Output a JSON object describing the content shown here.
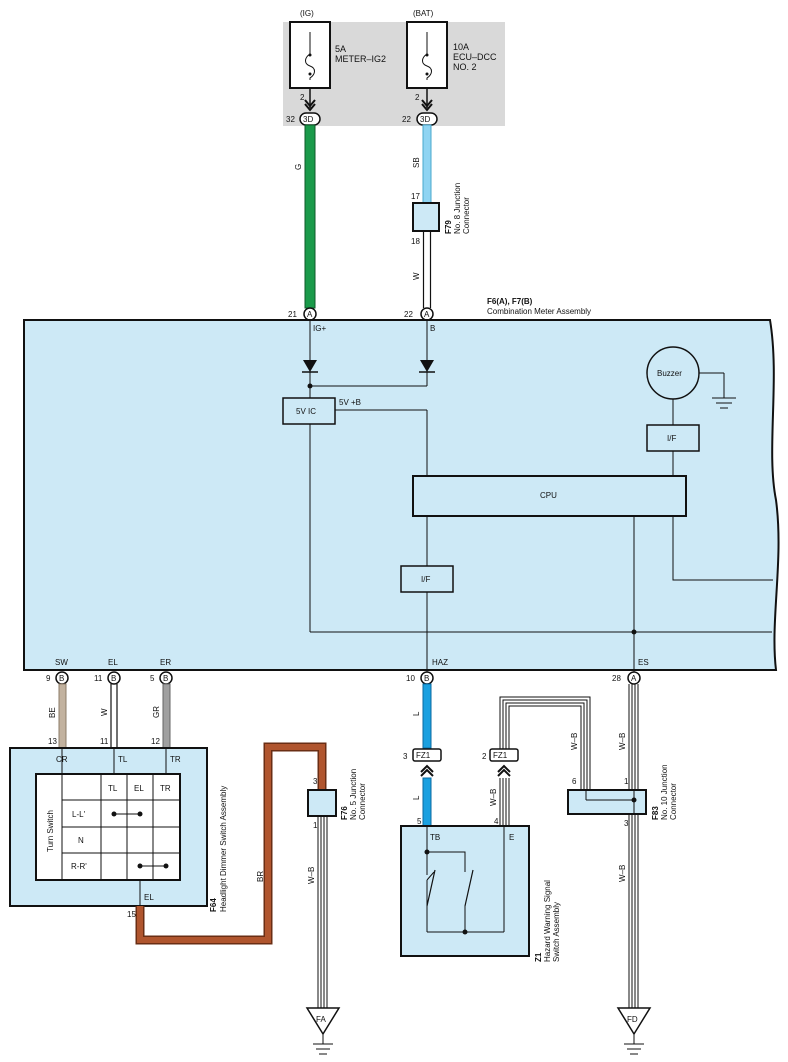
{
  "fuses": {
    "ig_label": "(IG)",
    "ig_line1": "5A",
    "ig_line2": "METER–IG2",
    "ig_pin": "2",
    "bat_label": "(BAT)",
    "bat_line1": "10A",
    "bat_line2": "ECU–DCC",
    "bat_line3": "NO. 2",
    "bat_pin": "2"
  },
  "connectors_3d": {
    "left_num": "32",
    "right_num": "22",
    "code": "3D"
  },
  "wires": {
    "g": "G",
    "sb": "SB",
    "w_upper": "W",
    "be": "BE",
    "w_el": "W",
    "gr": "GR",
    "l_upper": "L",
    "l_lower": "L",
    "w_b_fz1": "W–B",
    "w_b_es": "W–B",
    "w_b_f83": "W–B",
    "w_b_f76": "W–B",
    "br": "BR"
  },
  "f79": {
    "pin_top": "17",
    "pin_bottom": "18",
    "code": "F79",
    "line1": "No. 8 Junction",
    "line2": "Connector"
  },
  "meter": {
    "title_code": "F6(A), F7(B)",
    "title": "Combination Meter Assembly",
    "pin_a21": "21",
    "pin_a22": "22",
    "conn_a": "A",
    "conn_b": "B",
    "ig_plus": "IG+",
    "b": "B",
    "ic_5v": "5V IC",
    "plus_5v": "5V +B",
    "buzzer": "Buzzer",
    "if_top": "I/F",
    "cpu": "CPU",
    "if_mid": "I/F",
    "sw": "SW",
    "el": "EL",
    "er": "ER",
    "haz": "HAZ",
    "es": "ES",
    "pin9": "9",
    "pin11": "11",
    "pin5": "5",
    "pin10": "10",
    "pin28": "28"
  },
  "f64": {
    "pin13": "13",
    "pin11": "11",
    "pin12": "12",
    "cr": "CR",
    "tl": "TL",
    "tr": "TR",
    "turn_switch": "Turn Switch",
    "h_tl": "TL",
    "h_el": "EL",
    "h_tr": "TR",
    "row_l": "L-L'",
    "row_n": "N",
    "row_r": "R-R'",
    "el": "EL",
    "pin15": "15",
    "code": "F64",
    "name": "Headlight Dimmer Switch Assembly"
  },
  "f76": {
    "pin_top": "3",
    "pin_bottom": "1",
    "code": "F76",
    "line1": "No. 5 Junction",
    "line2": "Connector"
  },
  "fz1": {
    "code": "FZ1",
    "pin3": "3",
    "pin2": "2",
    "pin5": "5",
    "pin4": "4"
  },
  "z1": {
    "tb": "TB",
    "e": "E",
    "code": "Z1",
    "line1": "Hazard Warning Signal",
    "line2": "Switch Assembly"
  },
  "f83": {
    "pin6": "6",
    "pin1": "1",
    "pin3": "3",
    "code": "F83",
    "line1": "No. 10 Junction",
    "line2": "Connector"
  },
  "grounds": {
    "fa": "FA",
    "fd": "FD"
  },
  "colors": {
    "fuse_panel": "#d9d9d9",
    "module_fill": "#cde9f6",
    "wire_g": "#1a9a4a",
    "wire_sb": "#8fd4f2",
    "wire_l": "#1aa0e0",
    "wire_br": "#b0552e",
    "wire_be": "#c2b29f",
    "wire_gr": "#a0a0a0"
  }
}
